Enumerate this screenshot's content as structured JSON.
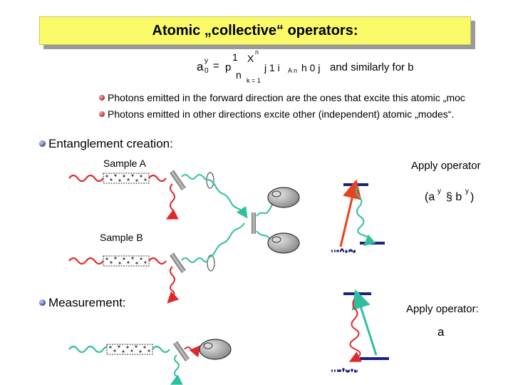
{
  "title": "Atomic „collective“ operators:",
  "formula": {
    "lhs_base": "a",
    "lhs_sup": "y",
    "lhs_sub": "0",
    "equals": "=",
    "frac_num": "1",
    "frac_den": "n",
    "sum_top": "n",
    "sum_bottom": "k = 1",
    "sum_symbol": "X",
    "root_symbol": "p",
    "ket_left": "j 1 i",
    "ket_sub": "A n",
    "ket_right": "h 0 j"
  },
  "formula_note": "and similarly for b",
  "bullets": [
    "Photons emitted in the forward direction are the ones that excite this atomic „moc",
    "Photons emitted in other directions excite other (independent) atomic „modes“."
  ],
  "sections": {
    "entanglement": "Entanglement creation:",
    "measurement": "Measurement:"
  },
  "labels": {
    "sample_a": "Sample A",
    "sample_b": "Sample B"
  },
  "operators": {
    "apply_operator": "Apply operator",
    "operator_expr": "(a",
    "operator_sup1": "y",
    "operator_mid": "§ b",
    "operator_sup2": "y",
    "operator_end": ")",
    "apply_operator_colon": "Apply operator:",
    "operator_a": "a"
  },
  "colors": {
    "title_bg": "#fbfb6a",
    "red_wave": "#e0282c",
    "teal_wave": "#2fbf9f",
    "level_line": "#1a237e",
    "arrow_orange": "#e8421e",
    "arrow_green": "#2fbf9f"
  }
}
